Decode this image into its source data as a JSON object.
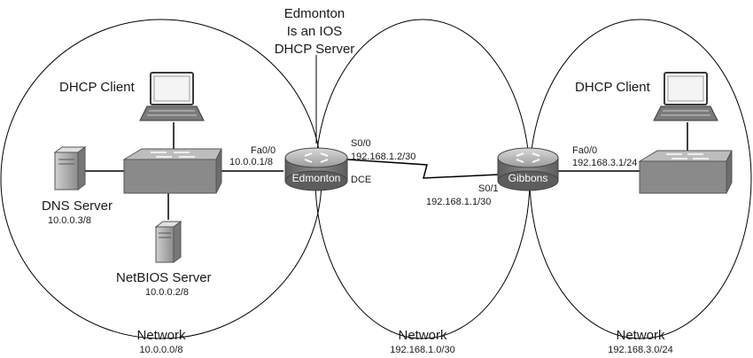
{
  "annotation": {
    "line1": "Edmonton",
    "line2": "Is an IOS",
    "line3": "DHCP Server"
  },
  "left_network": {
    "dhcp_client_label": "DHCP Client",
    "dns_server_label": "DNS Server",
    "dns_server_ip": "10.0.0.3/8",
    "netbios_server_label": "NetBIOS Server",
    "netbios_server_ip": "10.0.0.2/8",
    "network_label": "Network",
    "network_addr": "10.0.0.0/8"
  },
  "edmonton": {
    "name": "Edmonton",
    "fa_port": "Fa0/0",
    "fa_ip": "10.0.0.1/8",
    "serial_port": "S0/0",
    "serial_ip": "192.168.1.2/30",
    "dce": "DCE"
  },
  "middle_network": {
    "network_label": "Network",
    "network_addr": "192.168.1.0/30"
  },
  "gibbons": {
    "name": "Gibbons",
    "serial_port": "S0/1",
    "serial_ip": "192.168.1.1/30",
    "fa_port": "Fa0/0",
    "fa_ip": "192.168.3.1/24"
  },
  "right_network": {
    "dhcp_client_label": "DHCP Client",
    "network_label": "Network",
    "network_addr": "192.168.3.0/24"
  },
  "colors": {
    "device_dark": "#6f6f6f",
    "device_light": "#b5b5b5",
    "line": "#000000"
  }
}
